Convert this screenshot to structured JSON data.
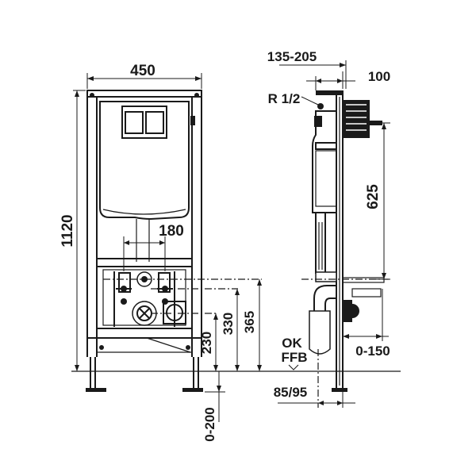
{
  "front_view": {
    "width_label": "450",
    "height_label": "1120",
    "outlet_spacing_label": "180",
    "drain_height_label": "230",
    "outlet_height_label": "330",
    "supply_height_label": "365",
    "foot_adjust_label": "0-200"
  },
  "side_view": {
    "depth_label": "135-205",
    "top_offset_label": "100",
    "connector_label": "R 1/2",
    "bolt_height_label": "625",
    "floor_label_line1": "OK",
    "floor_label_line2": "FFB",
    "pipe_label": "85/95",
    "wall_offset_label": "0-150"
  }
}
